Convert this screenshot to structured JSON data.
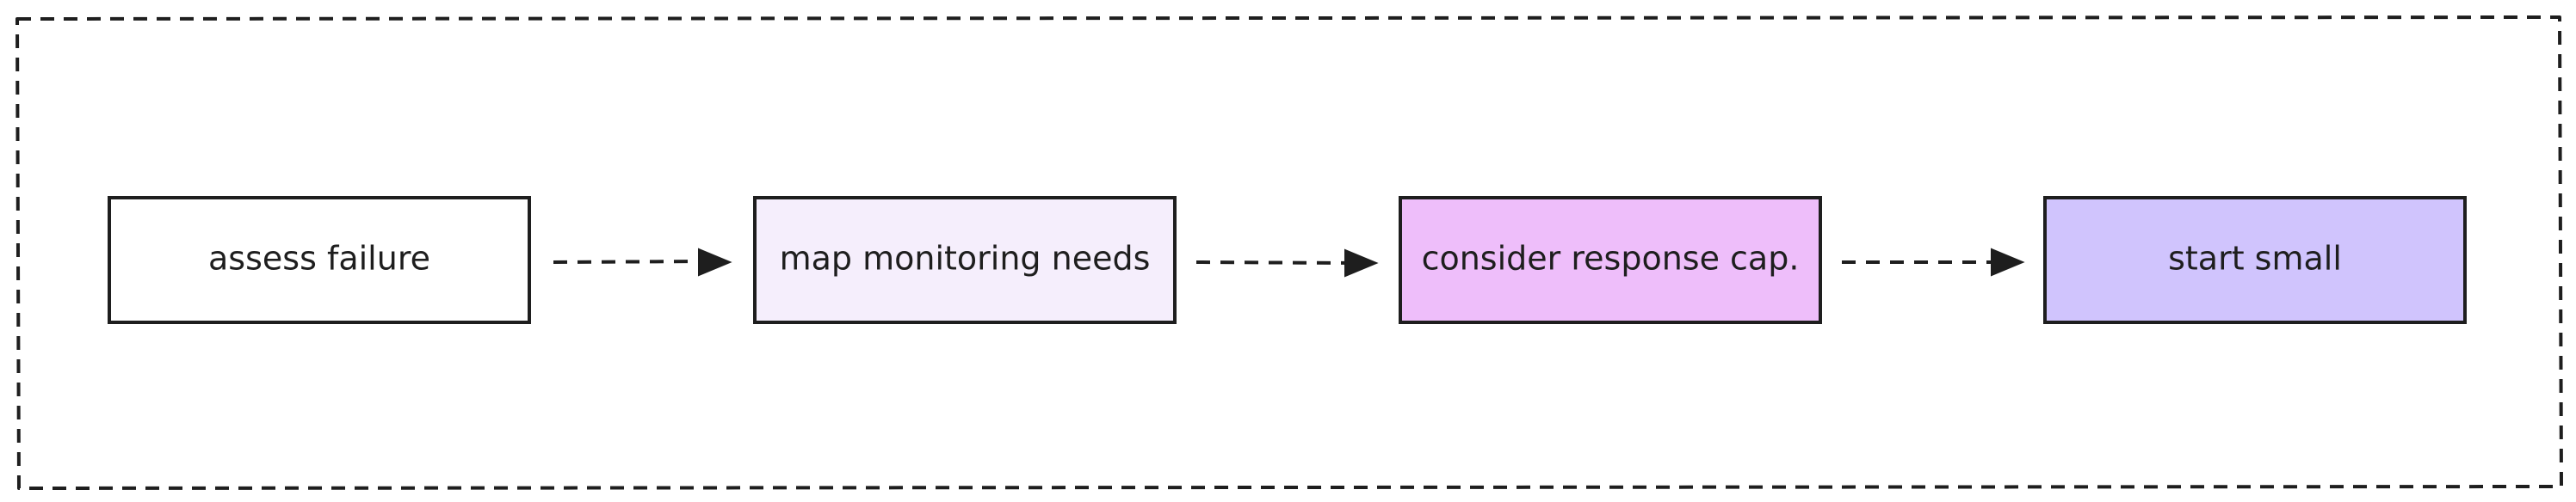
{
  "diagram": {
    "nodes": [
      {
        "id": "assess",
        "label": "assess failure",
        "fill": "#ffffff"
      },
      {
        "id": "map",
        "label": "map monitoring needs",
        "fill": "#f5eefc"
      },
      {
        "id": "consider",
        "label": "consider response cap.",
        "fill": "#eebefa"
      },
      {
        "id": "start",
        "label": "start small",
        "fill": "#d0c4fd"
      }
    ],
    "edges": [
      {
        "from": "assess",
        "to": "map",
        "style": "dashed"
      },
      {
        "from": "map",
        "to": "consider",
        "style": "dashed"
      },
      {
        "from": "consider",
        "to": "start",
        "style": "dashed"
      }
    ],
    "frame": {
      "style": "dashed",
      "stroke": "#1e1e1e"
    },
    "stroke": "#1e1e1e"
  }
}
